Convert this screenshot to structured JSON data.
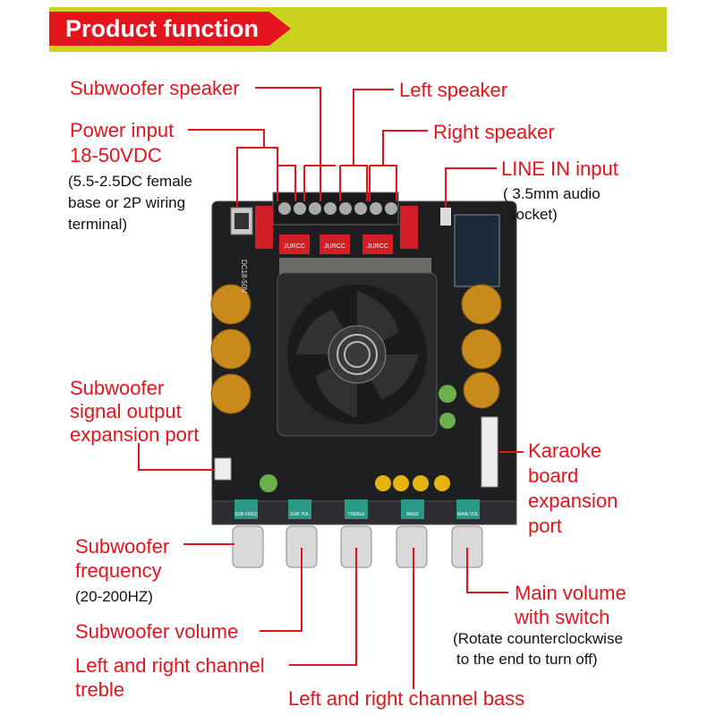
{
  "header": {
    "title": "Product function"
  },
  "labels": {
    "subwoofer_speaker": "Subwoofer speaker",
    "left_speaker": "Left speaker",
    "power_input_line1": "Power input",
    "power_input_line2": "18-50VDC",
    "power_note_line1": "(5.5-2.5DC female",
    "power_note_line2": "base or 2P wiring",
    "power_note_line3": "terminal)",
    "right_speaker": "Right speaker",
    "line_in": "LINE IN input",
    "line_in_note_line1": "( 3.5mm audio",
    "line_in_note_line2": "socket)",
    "sub_out_line1": "Subwoofer",
    "sub_out_line2": "signal output",
    "sub_out_line3": "expansion port",
    "karaoke_line1": "Karaoke",
    "karaoke_line2": "board",
    "karaoke_line3": "expansion",
    "karaoke_line4": "port",
    "sub_freq_line1": "Subwoofer",
    "sub_freq_line2": "frequency",
    "sub_freq_note": "(20-200HZ)",
    "main_vol_line1": "Main volume",
    "main_vol_line2": "with switch",
    "main_vol_note_line1": "(Rotate counterclockwise",
    "main_vol_note_line2": "to the end to turn off)",
    "sub_volume": "Subwoofer volume",
    "treble_line1": "Left and right channel",
    "treble_line2": "treble",
    "bass": "Left and right channel bass"
  },
  "board_silkscreen": {
    "terminal_brand": "JURCC",
    "dc_marking": "DC18-50V",
    "knob_labels": [
      "SUB FREQ",
      "SUB VOL",
      "TREBLE",
      "BASS",
      "MAIN VOL"
    ]
  },
  "colors": {
    "accent_red": "#e3141c",
    "banner_yellow": "#cdd21e",
    "pcb_dark": "#1e1f21",
    "capacitor_gold": "#c98a1c",
    "fan_black": "#2a2a2c"
  }
}
